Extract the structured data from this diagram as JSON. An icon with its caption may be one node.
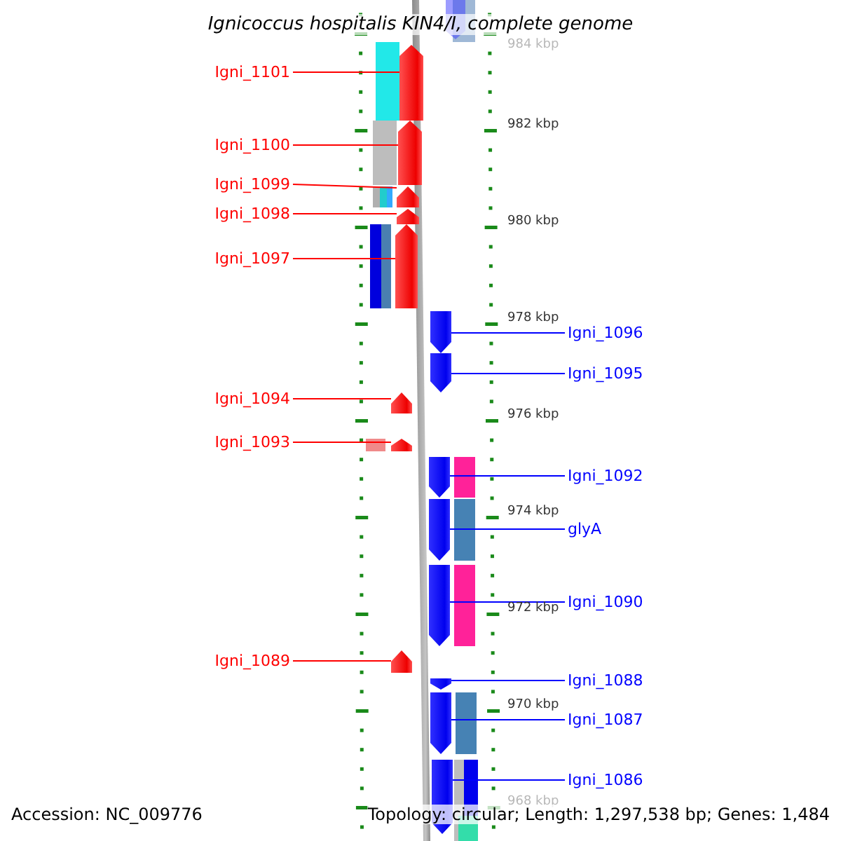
{
  "diagram": {
    "title": "Ignicoccus hospitalis KIN4/I, complete genome",
    "nodes": [
      {
        "text": [
          "Igni_1101"
        ]
      },
      {
        "text": [],
        "shape": "arrow"
      },
      {
        "text": [
          "Igni_1100"
        ]
      },
      {
        "text": [],
        "shape": "arrow"
      },
      {
        "text": [
          "Igni_1099"
        ]
      },
      {
        "text": [],
        "shape": "arrow"
      },
      {
        "text": [
          "Igni_1098"
        ]
      },
      {
        "text": [],
        "shape": "arrow"
      },
      {
        "text": [
          "Igni_1097"
        ]
      },
      {
        "text": [],
        "shape": "arrow"
      },
      {
        "text": [
          "Igni_1096"
        ]
      },
      {
        "text": [],
        "shape": "arrow"
      },
      {
        "text": [
          "Igni_1095"
        ]
      },
      {
        "text": [],
        "shape": "arrow"
      },
      {
        "text": [
          "Igni_1094"
        ]
      },
      {
        "text": [],
        "shape": "arrow"
      },
      {
        "text": [
          "Igni_1093"
        ]
      },
      {
        "text": [],
        "shape": "arrow"
      },
      {
        "text": [
          "Igni_1092"
        ]
      },
      {
        "text": [],
        "shape": "arrow"
      },
      {
        "text": [
          "glyA"
        ]
      },
      {
        "text": [],
        "shape": "arrow"
      },
      {
        "text": [
          "Igni_1090"
        ]
      },
      {
        "text": [],
        "shape": "arrow"
      },
      {
        "text": [
          "Igni_1089"
        ]
      },
      {
        "text": [],
        "shape": "arrow"
      },
      {
        "text": [
          "Igni_1088"
        ]
      },
      {
        "text": [],
        "shape": "arrow"
      },
      {
        "text": [
          "Igni_1087"
        ]
      },
      {
        "text": [],
        "shape": "arrow"
      },
      {
        "text": [
          "Igni_1086"
        ]
      },
      {
        "text": [],
        "shape": "arrow"
      }
    ],
    "edges": [
      {
        "from": 0,
        "to": 1,
        "arrow": "none",
        "color": "#ff0000"
      },
      {
        "from": 2,
        "to": 3,
        "arrow": "none",
        "color": "#ff0000"
      },
      {
        "from": 4,
        "to": 5,
        "arrow": "none",
        "color": "#ff0000"
      },
      {
        "from": 6,
        "to": 7,
        "arrow": "none",
        "color": "#ff0000"
      },
      {
        "from": 8,
        "to": 9,
        "arrow": "none",
        "color": "#ff0000"
      },
      {
        "from": 10,
        "to": 11,
        "arrow": "none",
        "color": "#0000ff"
      },
      {
        "from": 12,
        "to": 13,
        "arrow": "none",
        "color": "#0000ff"
      },
      {
        "from": 14,
        "to": 15,
        "arrow": "none",
        "color": "#ff0000"
      },
      {
        "from": 16,
        "to": 17,
        "arrow": "none",
        "color": "#ff0000"
      },
      {
        "from": 18,
        "to": 19,
        "arrow": "none",
        "color": "#0000ff"
      },
      {
        "from": 20,
        "to": 21,
        "arrow": "none",
        "color": "#0000ff"
      },
      {
        "from": 22,
        "to": 23,
        "arrow": "none",
        "color": "#0000ff"
      },
      {
        "from": 24,
        "to": 25,
        "arrow": "none",
        "color": "#ff0000"
      },
      {
        "from": 26,
        "to": 27,
        "arrow": "none",
        "color": "#0000ff"
      },
      {
        "from": 28,
        "to": 29,
        "arrow": "none",
        "color": "#0000ff"
      },
      {
        "from": 30,
        "to": 31,
        "arrow": "none",
        "color": "#0000ff"
      }
    ],
    "labels": [
      "984 kbp",
      "982 kbp",
      "980 kbp",
      "978 kbp",
      "976 kbp",
      "974 kbp",
      "972 kbp",
      "970 kbp",
      "968 kbp",
      "Accession: NC_009776",
      "Topology: circular; Length: 1,297,538 bp; Genes: 1,484"
    ]
  }
}
